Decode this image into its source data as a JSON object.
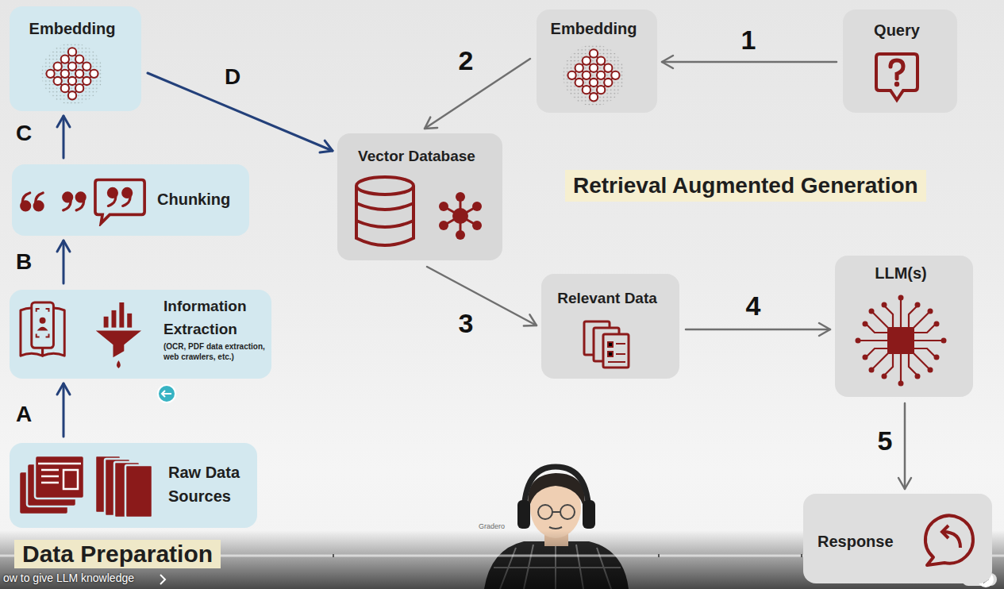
{
  "diagram": {
    "title": "Retrieval Augmented Generation",
    "nodes": [
      {
        "text": [
          "Embedding"
        ]
      },
      {
        "text": [
          "Chunking"
        ]
      },
      {
        "text": [
          "Information Extraction",
          "(OCR, PDF data extraction, web crawlers, etc.)"
        ]
      },
      {
        "text": [
          "Raw Data Sources"
        ]
      },
      {
        "text": [
          "Vector Database"
        ]
      },
      {
        "text": [
          "Query"
        ]
      },
      {
        "text": [
          "Embedding"
        ]
      },
      {
        "text": [
          "Relevant Data"
        ]
      },
      {
        "text": [
          "LLM(s)"
        ]
      },
      {
        "text": [
          "Response"
        ]
      }
    ],
    "edges": [
      {
        "from": 3,
        "to": 2,
        "label": "A",
        "arrow": "to"
      },
      {
        "from": 2,
        "to": 1,
        "label": "B",
        "arrow": "to"
      },
      {
        "from": 1,
        "to": 0,
        "label": "C",
        "arrow": "to"
      },
      {
        "from": 0,
        "to": 4,
        "label": "D",
        "arrow": "to"
      },
      {
        "from": 5,
        "to": 6,
        "label": "1",
        "arrow": "to"
      },
      {
        "from": 6,
        "to": 4,
        "label": "2",
        "arrow": "to"
      },
      {
        "from": 4,
        "to": 7,
        "label": "3",
        "arrow": "to"
      },
      {
        "from": 7,
        "to": 8,
        "label": "4",
        "arrow": "to"
      },
      {
        "from": 8,
        "to": 9,
        "label": "5",
        "arrow": "to"
      }
    ],
    "labels": [
      "Data Preparation",
      "Gradero",
      "ow to give LLM knowledge"
    ]
  }
}
